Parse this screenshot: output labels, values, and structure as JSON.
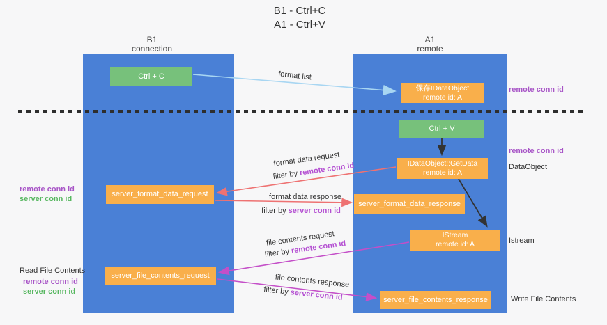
{
  "title": {
    "line1": "B1 - Ctrl+C",
    "line2": "A1 - Ctrl+V"
  },
  "lifelines": {
    "left": {
      "title": "B1",
      "subtitle": "connection"
    },
    "right": {
      "title": "A1",
      "subtitle": "remote"
    }
  },
  "nodes": {
    "ctrl_c": {
      "label": "Ctrl + C"
    },
    "ctrl_v": {
      "label": "Ctrl + V"
    },
    "save_dataobject": {
      "line1": "保存IDataObject",
      "line2": "remote id: A"
    },
    "getdata": {
      "line1": "IDataObject::GetData",
      "line2": "remote id: A"
    },
    "istream": {
      "line1": "IStream",
      "line2": "remote id: A"
    },
    "format_request": {
      "label": "server_format_data_request"
    },
    "format_response": {
      "label": "server_format_data_response"
    },
    "file_request": {
      "label": "server_file_contents_request"
    },
    "file_response": {
      "label": "server_file_contents_response"
    }
  },
  "arrow_labels": {
    "format_list": "format list",
    "format_data_request": "format data request",
    "format_data_request_filter_prefix": "filter by",
    "format_data_request_filter_key": "remote conn id",
    "format_data_response": "format data response",
    "format_data_response_filter_prefix": "filter by",
    "format_data_response_filter_key": "server conn id",
    "file_contents_request": "file contents request",
    "file_contents_request_filter_prefix": "filter by",
    "file_contents_request_filter_key": "remote conn id",
    "file_contents_response": "file contents response",
    "file_contents_response_filter_prefix": "filter by",
    "file_contents_response_filter_key": "server conn id"
  },
  "annotations": {
    "right_top_remote": "remote conn id",
    "right_mid_remote": "remote conn id",
    "dataobject": "DataObject",
    "istream": "Istream",
    "write_file_contents": "Write File Contents",
    "left_format_remote": "remote conn id",
    "left_format_server": "server conn id",
    "read_file_contents": "Read File Contents",
    "left_file_remote": "remote conn id",
    "left_file_server": "server conn id"
  },
  "colors": {
    "lifeline_blue": "#4a80d6",
    "node_green": "#77c17b",
    "node_orange": "#f9af4b",
    "annotation_purple": "#a855c7",
    "annotation_green": "#57b760",
    "filter_key_magenta": "#b44fd2",
    "arrow_salmon": "#ee7272",
    "arrow_magenta": "#c44fc8",
    "arrow_lightblue": "#a8d6f2",
    "arrow_black": "#333333",
    "background": "#f7f7f8"
  }
}
